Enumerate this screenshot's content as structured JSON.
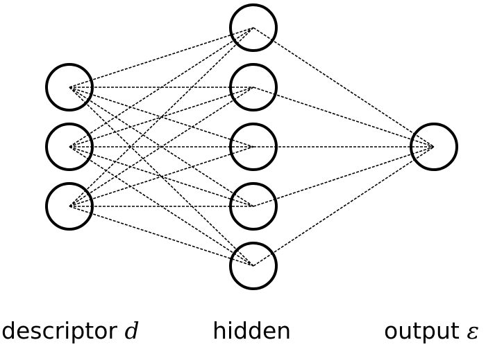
{
  "labels": {
    "input_text": "descriptor",
    "input_symbol": "d",
    "hidden_text": "hidden",
    "output_text": "output",
    "output_symbol": "ε"
  },
  "layers": {
    "input_nodes": 3,
    "hidden_nodes": 5,
    "output_nodes": 1
  },
  "colors": {
    "stroke": "#000000",
    "background": "#ffffff"
  }
}
